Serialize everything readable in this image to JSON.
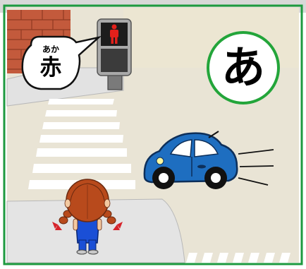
{
  "scene": {
    "type": "illustration",
    "description_labels": [
      "traffic signal",
      "crosswalk",
      "car",
      "girl"
    ]
  },
  "speech_bubble": {
    "furigana": "あか",
    "kanji": "赤"
  },
  "answer_badge": {
    "character": "あ"
  },
  "colors": {
    "frame": "#1d9a3f",
    "road": "#e9e4d5",
    "wall": "#c35a3c",
    "car": "#1e6ec0",
    "signal_red": "#e3201b",
    "hair": "#b84a1c",
    "overalls": "#1a4fd6"
  }
}
